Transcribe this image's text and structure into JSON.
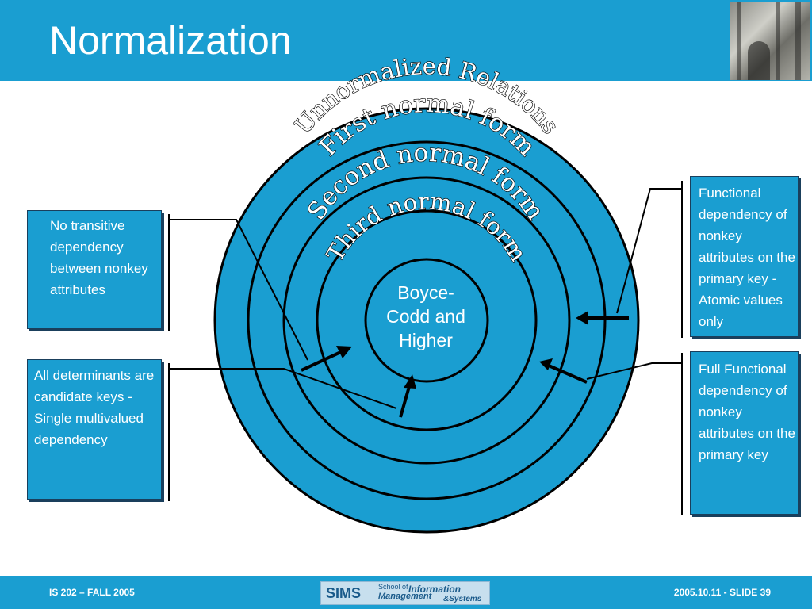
{
  "slide": {
    "title": "Normalization"
  },
  "diagram": {
    "rings": [
      {
        "label": "Unnormalized Relations"
      },
      {
        "label": "First normal form"
      },
      {
        "label": "Second normal form"
      },
      {
        "label": "Third normal form"
      }
    ],
    "center_label_lines": [
      "Boyce-",
      "Codd and",
      "Higher"
    ],
    "boxes": {
      "left_top": "No transitive dependency between nonkey attributes",
      "left_bottom": "All determinants are candidate keys - Single multivalued dependency",
      "right_top": "Functional dependency of nonkey attributes on the primary key - Atomic values only",
      "right_bottom": "Full Functional dependency of nonkey attributes on the primary key"
    }
  },
  "footer": {
    "left": "IS 202 – FALL 2005",
    "right": "2005.10.11 - SLIDE 39",
    "logo": {
      "sims": "SIMS",
      "school_of": "School of",
      "management": "Management",
      "information": "Information",
      "systems": "&Systems"
    }
  },
  "colors": {
    "accent": "#1a9ed1",
    "outline": "#000000",
    "text": "#ffffff"
  },
  "icons": [
    "building-photo",
    "sims-logo"
  ]
}
